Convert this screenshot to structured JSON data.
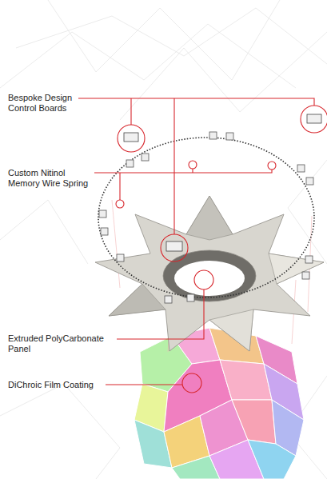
{
  "diagram": {
    "labels": [
      "Bespoke Design Control Boards",
      "Custom Nitinol Memory Wire Spring",
      "Extruded PolyCarbonate Panel",
      "DiChroic Film Coating"
    ]
  }
}
